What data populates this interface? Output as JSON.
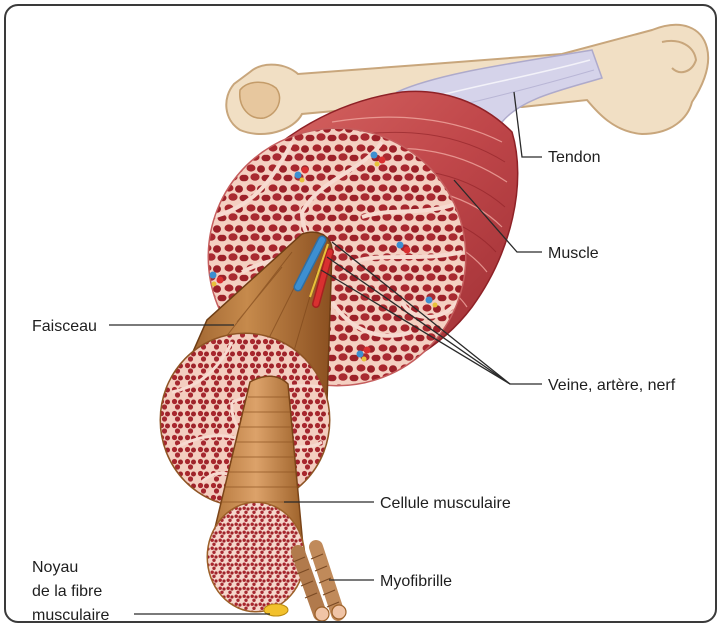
{
  "labels": {
    "tendon": "Tendon",
    "muscle": "Muscle",
    "vessels": "Veine, artère, nerf",
    "faisceau": "Faisceau",
    "cellule": "Cellule musculaire",
    "myofibrille": "Myofibrille",
    "noyau_line1": "Noyau",
    "noyau_line2": "de la fibre",
    "noyau_line3": "musculaire"
  },
  "colors": {
    "muscle_red": "#c0474a",
    "muscle_dark": "#8e2126",
    "fascicle_brown": "#b97a3e",
    "tendon_lavender": "#d5d3ea",
    "bone_cream": "#f1dfc4",
    "vein_blue": "#3d8fd0",
    "artery_red": "#d93030",
    "nerve_yellow": "#e8c23a"
  }
}
